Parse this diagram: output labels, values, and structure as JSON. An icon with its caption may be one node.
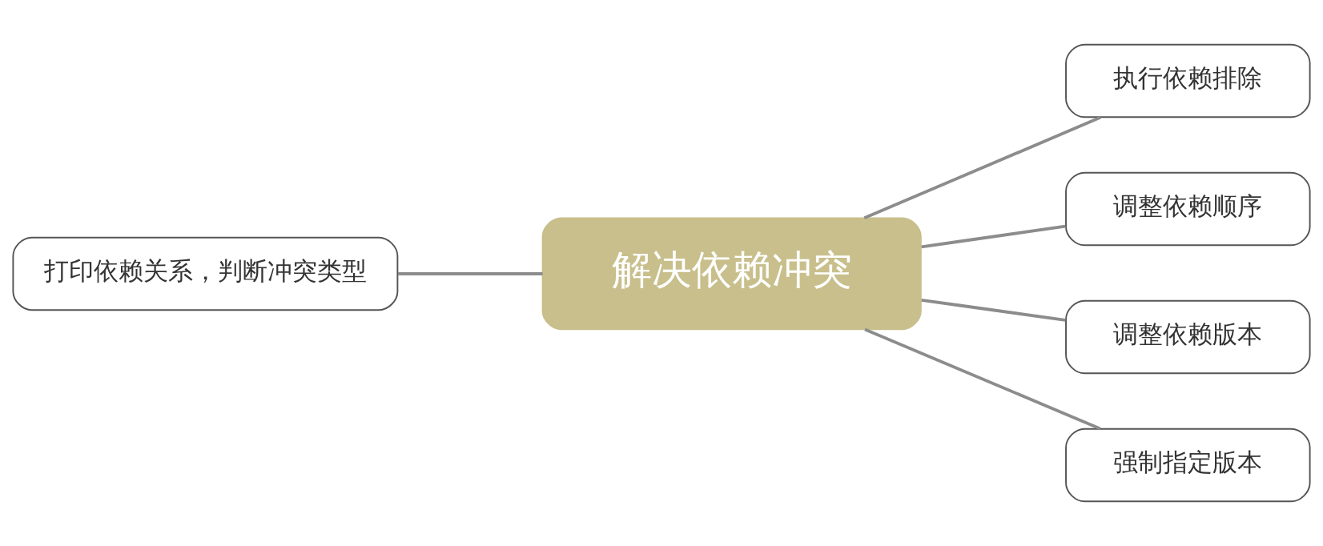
{
  "diagram": {
    "nodes": [
      {
        "text": [
          "打印依赖关系，判断冲突类型"
        ]
      },
      {
        "text": [
          "解决依赖冲突"
        ]
      },
      {
        "text": [
          "执行依赖排除"
        ]
      },
      {
        "text": [
          "调整依赖顺序"
        ]
      },
      {
        "text": [
          "调整依赖版本"
        ]
      },
      {
        "text": [
          "强制指定版本"
        ]
      }
    ],
    "edges": [
      {
        "from": 1,
        "to": 0,
        "arrow": "none"
      },
      {
        "from": 1,
        "to": 2,
        "arrow": "none"
      },
      {
        "from": 1,
        "to": 3,
        "arrow": "none"
      },
      {
        "from": 1,
        "to": 4,
        "arrow": "none"
      },
      {
        "from": 1,
        "to": 5,
        "arrow": "none"
      }
    ]
  }
}
